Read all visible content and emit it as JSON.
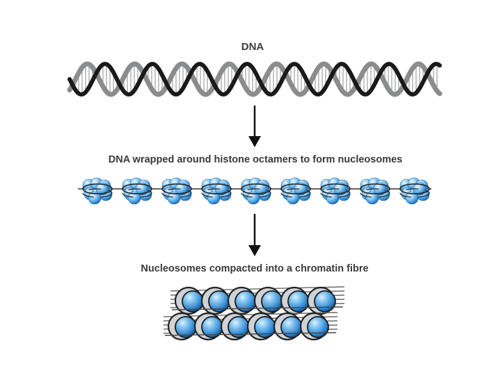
{
  "labels": {
    "dna": "DNA",
    "step2": "DNA wrapped around histone octamers to form nucleosomes",
    "step3": "Nucleosomes compacted into a chromatin fibre"
  },
  "colors": {
    "strand_dark": "#1a1a1a",
    "strand_light": "#8a8c8e",
    "base_pair": "#a0a0a0",
    "histone_light": "#a8d8f8",
    "histone_mid": "#4aa0e0",
    "histone_dark": "#1a5f9e",
    "arrow": "#111111",
    "fibre_stroke": "#222222",
    "fibre_linker": "#6a6a6a"
  },
  "diagram": {
    "nucleosome_count": 9,
    "fibre_rows": 2,
    "spheres_per_row": 6
  }
}
